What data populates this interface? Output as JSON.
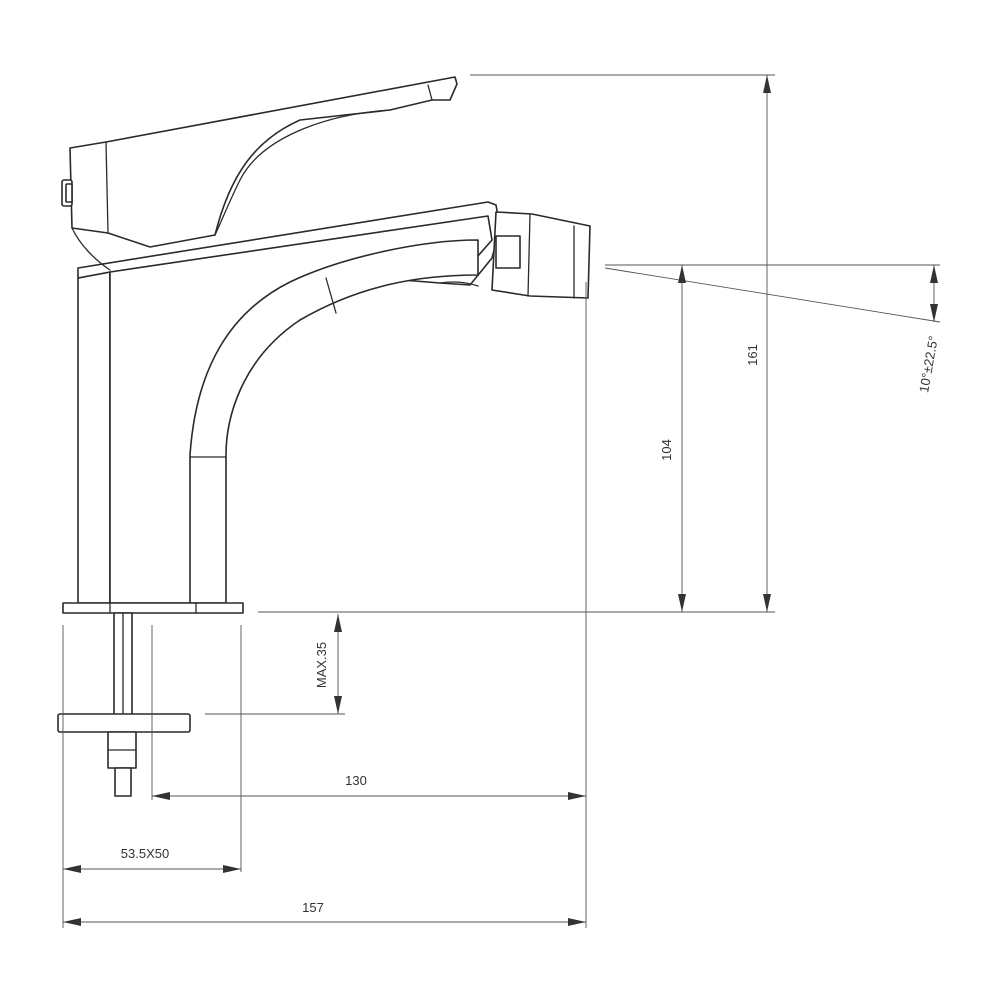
{
  "dimensions": {
    "total_height": "161",
    "spout_height": "104",
    "angle": "10°±22.5°",
    "max_thickness": "MAX.35",
    "spout_reach": "130",
    "base_size": "53.5X50",
    "total_length": "157"
  }
}
